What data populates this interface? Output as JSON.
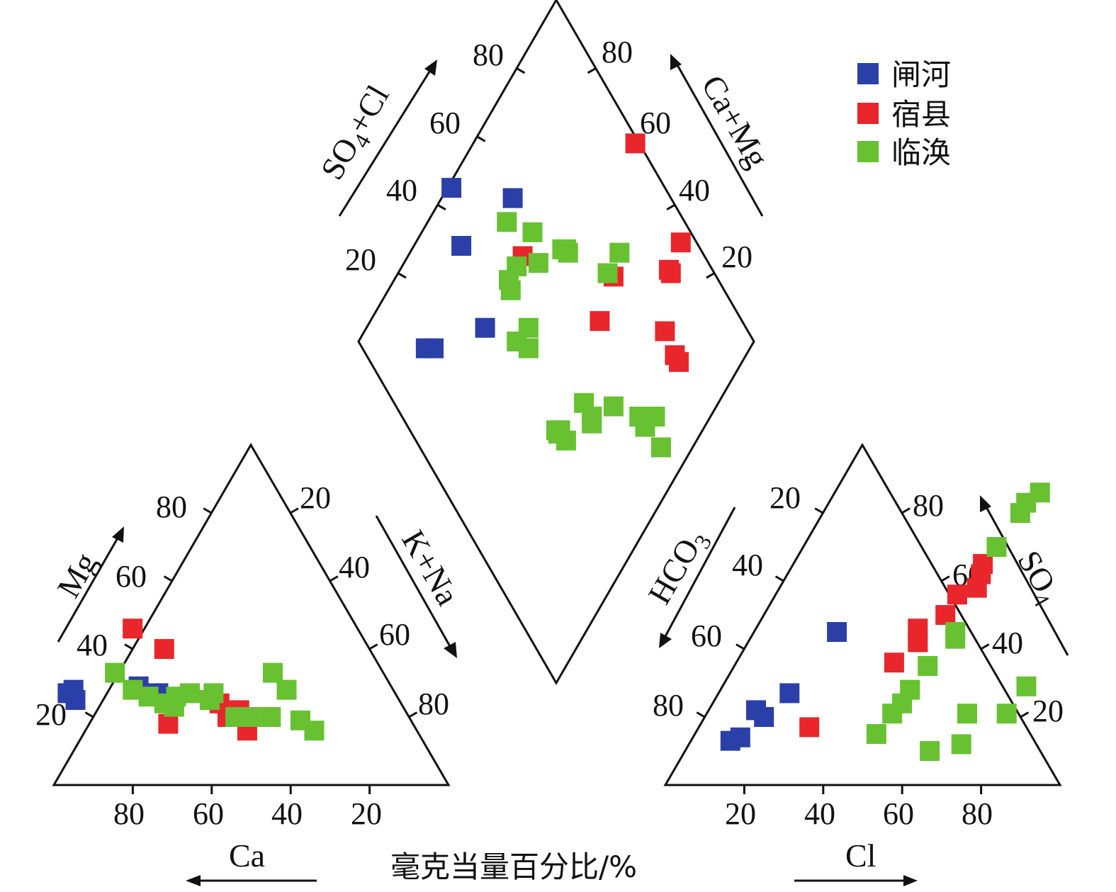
{
  "chart_data": {
    "type": "scatter",
    "subtype": "piper-trilinear",
    "bottom_label": "毫克当量百分比/%",
    "axes": {
      "ca": "Ca",
      "mg": "Mg",
      "kna": "K+Na",
      "cl": "Cl",
      "so4": "SO4",
      "hco3": "HCO3",
      "so4cl": "SO4+Cl",
      "camg": "Ca+Mg"
    },
    "tick_labels": [
      "20",
      "40",
      "60",
      "80"
    ],
    "legend_placement": "top-right",
    "series": [
      {
        "name": "闸河",
        "color": "#2a3fa8",
        "cation_points": [
          [
            82,
            25
          ],
          [
            83,
            27
          ],
          [
            81,
            28
          ],
          [
            64,
            29
          ],
          [
            60,
            27
          ]
        ],
        "anion_points": [
          [
            10,
            13
          ],
          [
            12,
            14
          ],
          [
            21,
            45
          ],
          [
            18,
            27
          ],
          [
            15,
            20
          ],
          [
            12,
            22
          ]
        ],
        "diamond_points": [
          [
            40,
            88
          ],
          [
            34,
            70
          ],
          [
            16,
            82
          ],
          [
            18,
            80
          ],
          [
            46,
            99
          ],
          [
            60,
            82
          ]
        ]
      },
      {
        "name": "宿县",
        "color": "#e8262b",
        "cation_points": [
          [
            57,
            46
          ],
          [
            52,
            40
          ],
          [
            62,
            18
          ],
          [
            46,
            20
          ],
          [
            43,
            16
          ],
          [
            46,
            24
          ],
          [
            42,
            22
          ]
        ],
        "anion_points": [
          [
            28,
            17
          ],
          [
            43,
            42
          ],
          [
            40,
            36
          ],
          [
            46,
            50
          ],
          [
            50,
            58
          ],
          [
            48,
            65
          ],
          [
            49,
            62
          ],
          [
            46,
            56
          ],
          [
            41,
            46
          ]
        ],
        "diamond_points": [
          [
            78,
            18
          ],
          [
            89,
            31
          ],
          [
            64,
            42
          ],
          [
            54,
            71
          ],
          [
            89,
            32
          ],
          [
            78,
            16
          ],
          [
            74,
            45
          ],
          [
            96,
            33
          ],
          [
            99,
            59
          ],
          [
            79,
            24
          ]
        ]
      },
      {
        "name": "临涣",
        "color": "#67c130",
        "cation_points": [
          [
            68,
            33
          ],
          [
            66,
            28
          ],
          [
            63,
            26
          ],
          [
            60,
            24
          ],
          [
            56,
            26
          ],
          [
            52,
            27
          ],
          [
            46,
            27
          ],
          [
            44,
            20
          ],
          [
            40,
            20
          ],
          [
            35,
            20
          ],
          [
            28,
            33
          ],
          [
            27,
            28
          ],
          [
            28,
            19
          ],
          [
            26,
            16
          ],
          [
            58,
            23
          ],
          [
            48,
            25
          ]
        ],
        "anion_points": [
          [
            48,
            28
          ],
          [
            49,
            35
          ],
          [
            47,
            21
          ],
          [
            46,
            15
          ],
          [
            51,
            45
          ],
          [
            49,
            70
          ],
          [
            50,
            83
          ],
          [
            52,
            86
          ],
          [
            50,
            80
          ],
          [
            62,
            10
          ],
          [
            66,
            21
          ],
          [
            69,
            12
          ],
          [
            77,
            29
          ],
          [
            76,
            21
          ],
          [
            52,
            43
          ],
          [
            48,
            24
          ]
        ],
        "diamond_points": [
          [
            61,
            8
          ],
          [
            64,
            14
          ],
          [
            60,
            15
          ],
          [
            60,
            18
          ],
          [
            55,
            26
          ],
          [
            48,
            30
          ],
          [
            48,
            34
          ],
          [
            47,
            29
          ],
          [
            38,
            33
          ],
          [
            38,
            36
          ],
          [
            37,
            36
          ],
          [
            37,
            37
          ],
          [
            73,
            47
          ],
          [
            79,
            47
          ],
          [
            66,
            61
          ],
          [
            66,
            60
          ],
          [
            60,
            72
          ],
          [
            51,
            71
          ],
          [
            45,
            59
          ],
          [
            42,
            56
          ],
          [
            40,
            60
          ],
          [
            46,
            69
          ],
          [
            47,
            71
          ],
          [
            65,
            62
          ],
          [
            57,
            66
          ],
          [
            55,
            80
          ]
        ]
      }
    ]
  }
}
